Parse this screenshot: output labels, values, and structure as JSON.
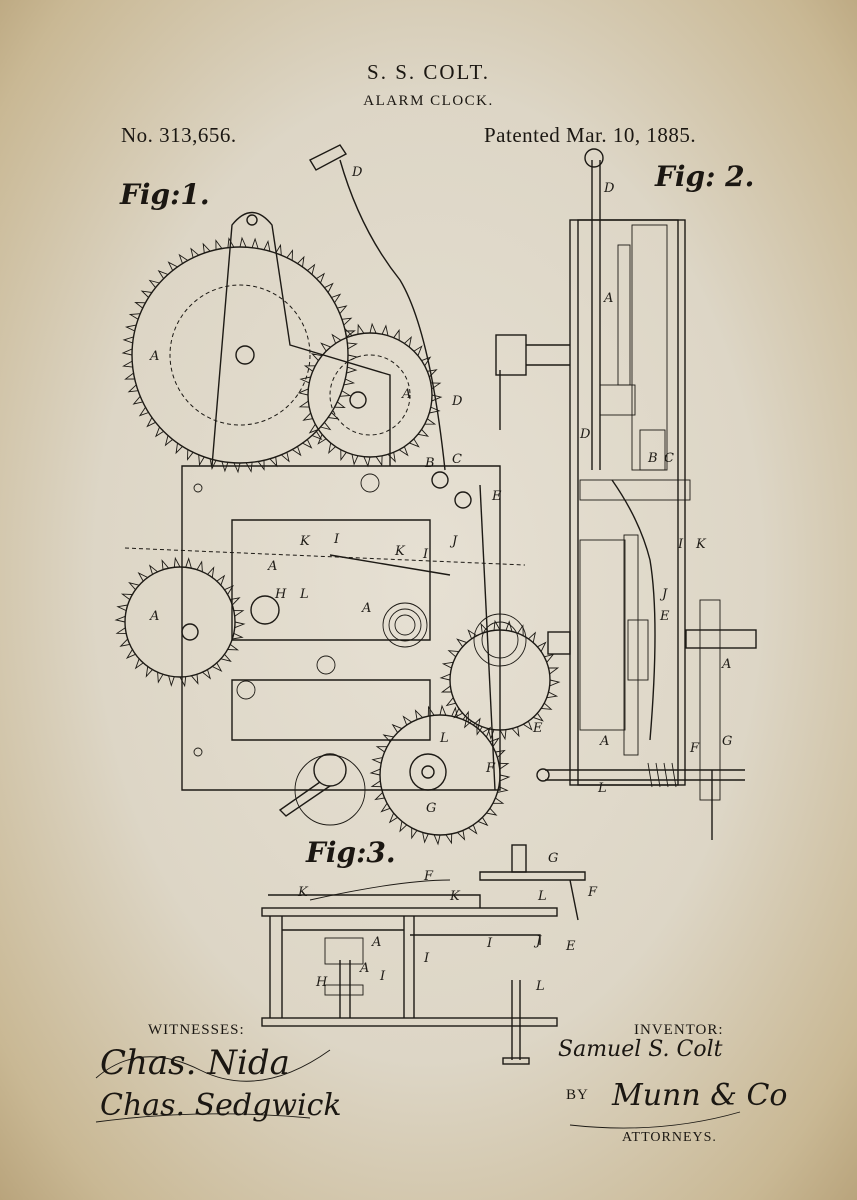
{
  "header": {
    "inventor_name": "S. S. COLT.",
    "title": "ALARM CLOCK.",
    "patent_number": "No. 313,656.",
    "patent_date": "Patented Mar. 10, 1885."
  },
  "figures": {
    "fig1": "Fig:1.",
    "fig2": "Fig: 2.",
    "fig3": "Fig:3."
  },
  "footer": {
    "witnesses_label": "WITNESSES:",
    "inventor_label": "INVENTOR:",
    "by_label": "BY",
    "attorneys_label": "ATTORNEYS."
  },
  "signatures": {
    "witness_1": "Chas. Nida",
    "witness_2": "Chas. Sedgwick",
    "inventor": "Samuel S. Colt",
    "attorneys": "Munn & Co"
  },
  "drawing_labels": [
    "A",
    "D",
    "B",
    "C",
    "E",
    "I",
    "J",
    "K",
    "L",
    "H",
    "F",
    "G"
  ]
}
